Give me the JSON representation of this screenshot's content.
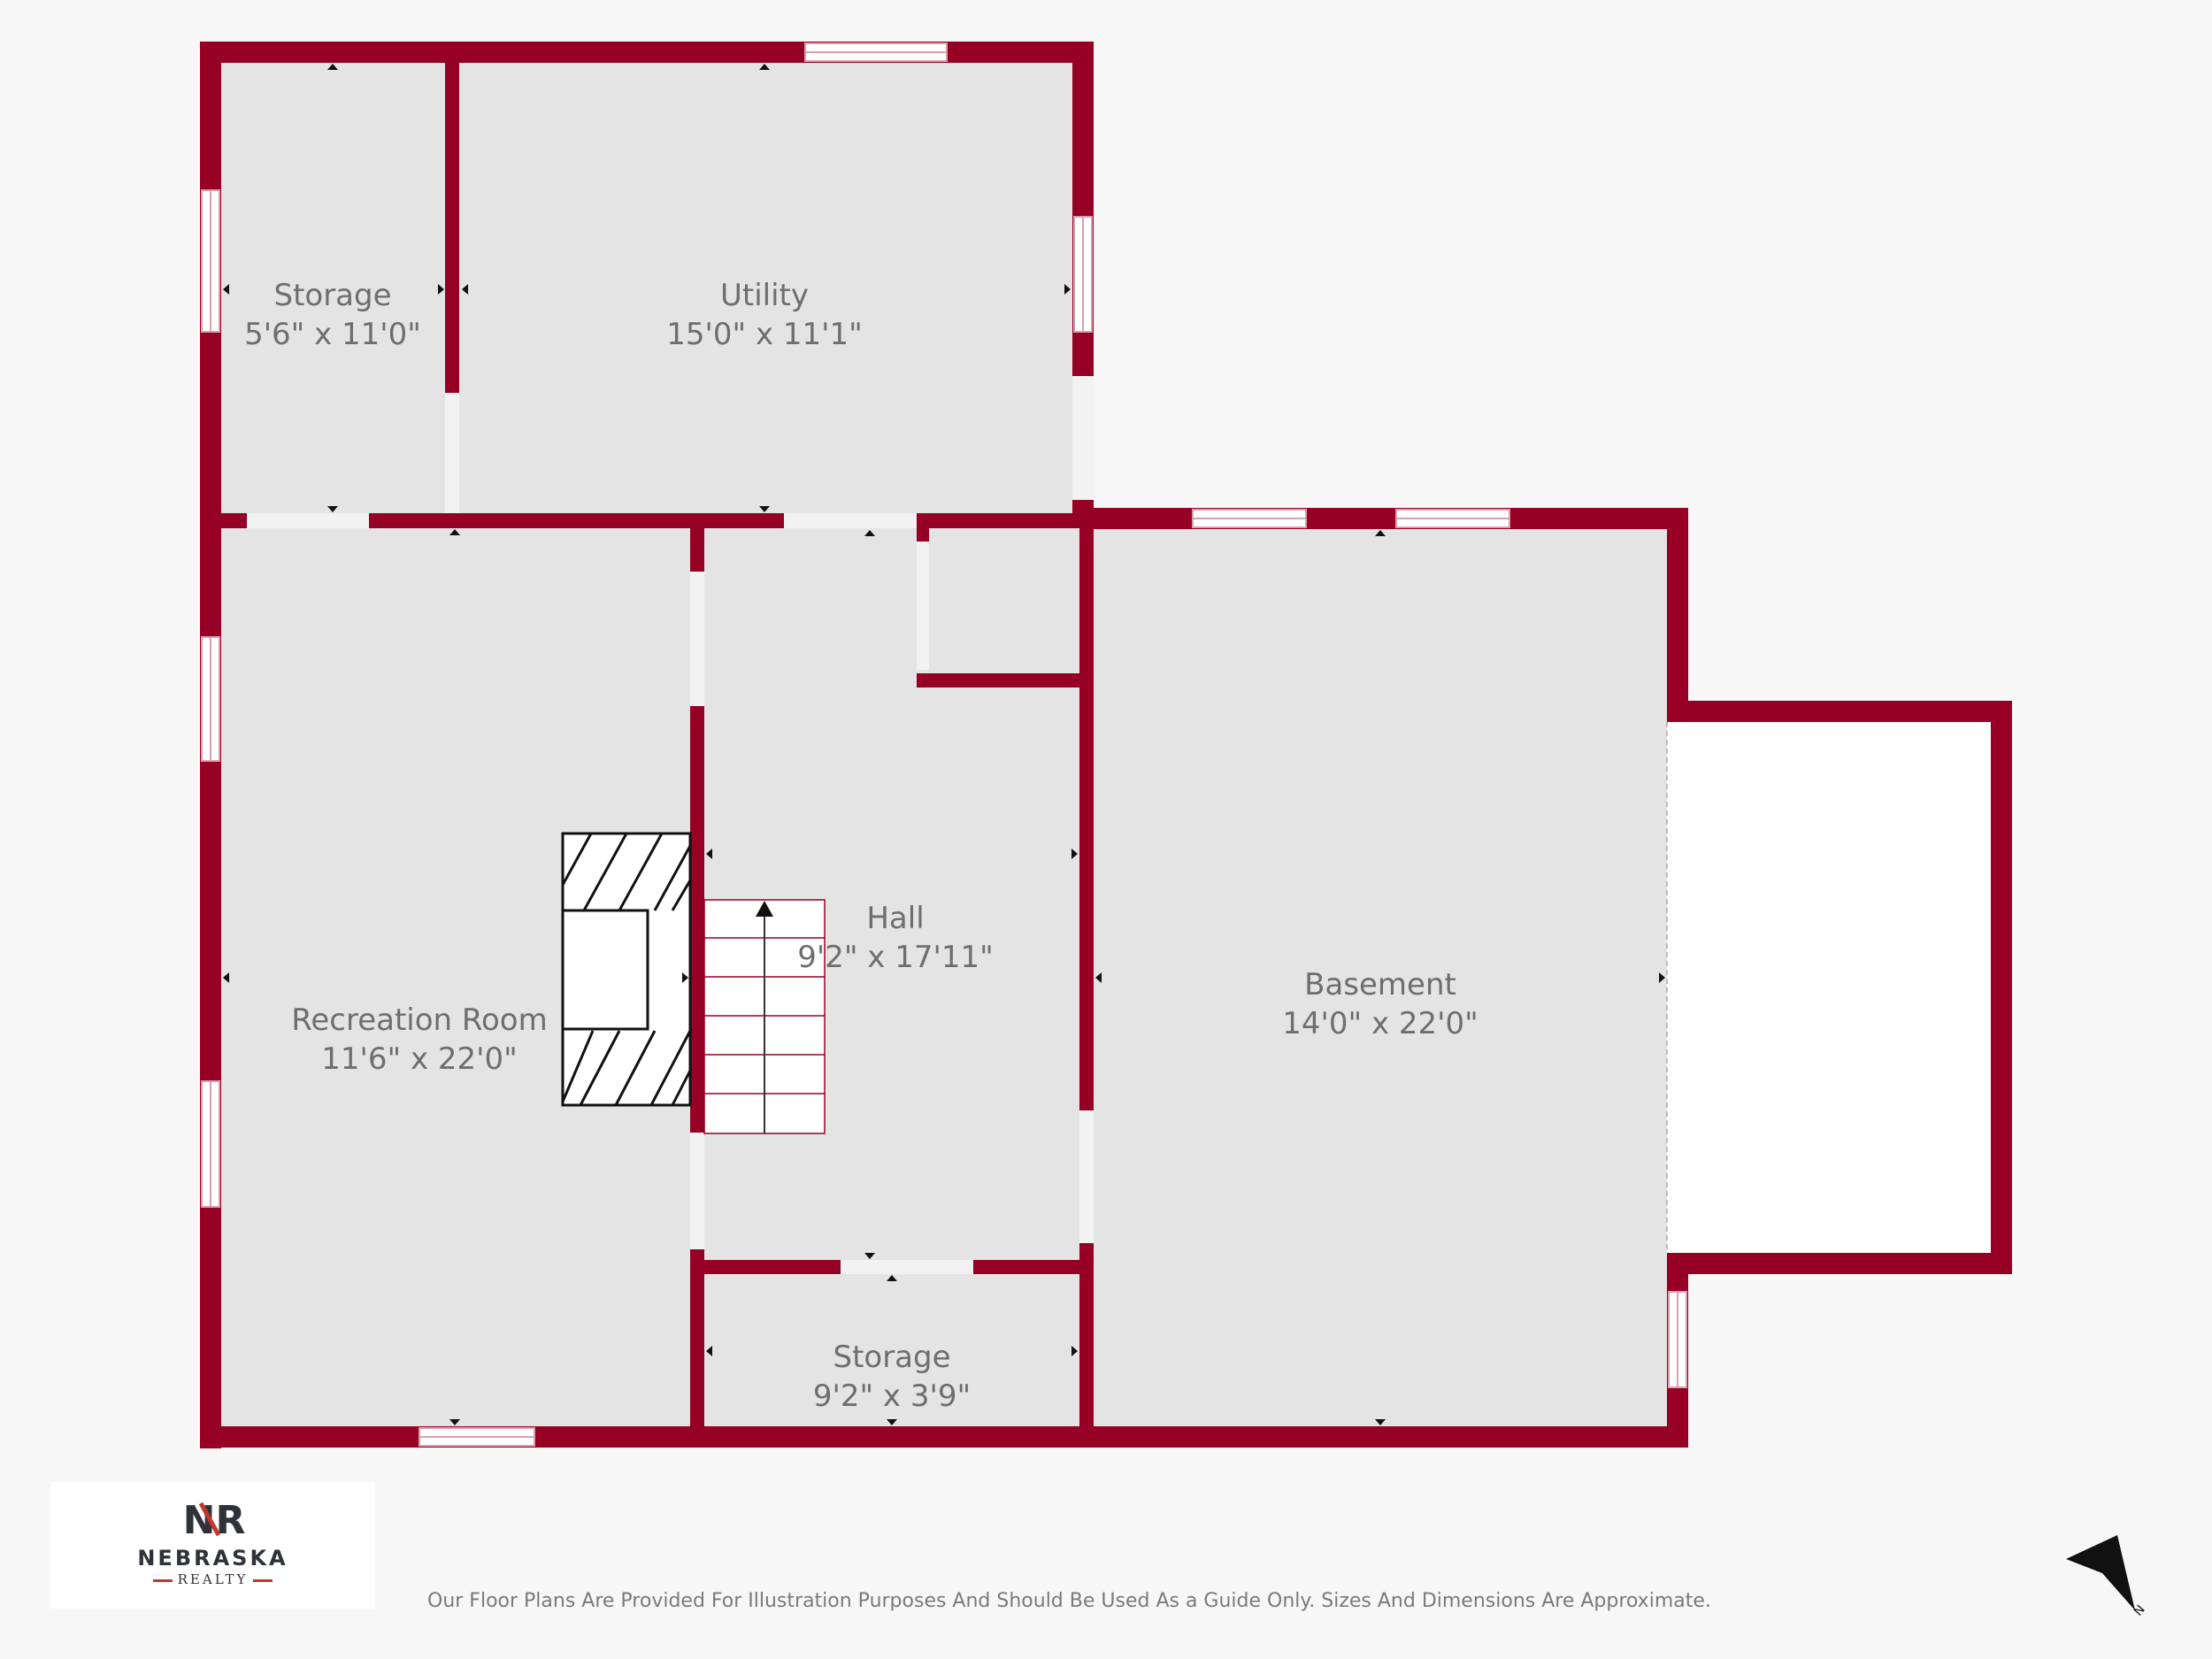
{
  "rooms": [
    {
      "name": "Storage",
      "dims": "5'6\" x 11'0\""
    },
    {
      "name": "Utility",
      "dims": "15'0\" x 11'1\""
    },
    {
      "name": "Recreation Room",
      "dims": "11'6\" x 22'0\""
    },
    {
      "name": "Hall",
      "dims": "9'2\" x 17'11\""
    },
    {
      "name": "Basement",
      "dims": "14'0\" x 22'0\""
    },
    {
      "name": "Storage",
      "dims": "9'2\" x 3'9\""
    }
  ],
  "brand": {
    "monogram": "NR",
    "name": "NEBRASKA",
    "sub": "REALTY"
  },
  "disclaimer": "Our Floor Plans Are Provided For Illustration Purposes And Should Be Used As a Guide Only. Sizes And Dimensions Are Approximate.",
  "compass": {
    "label": "N",
    "icon": "north-arrow-icon"
  },
  "colors": {
    "wall": "#960025",
    "floor": "#e4e4e4",
    "background": "#f7f7f7",
    "opening": "#ffffff",
    "text": "#6e6e6e",
    "brand_dark": "#2f3238",
    "brand_red": "#c0392b"
  }
}
